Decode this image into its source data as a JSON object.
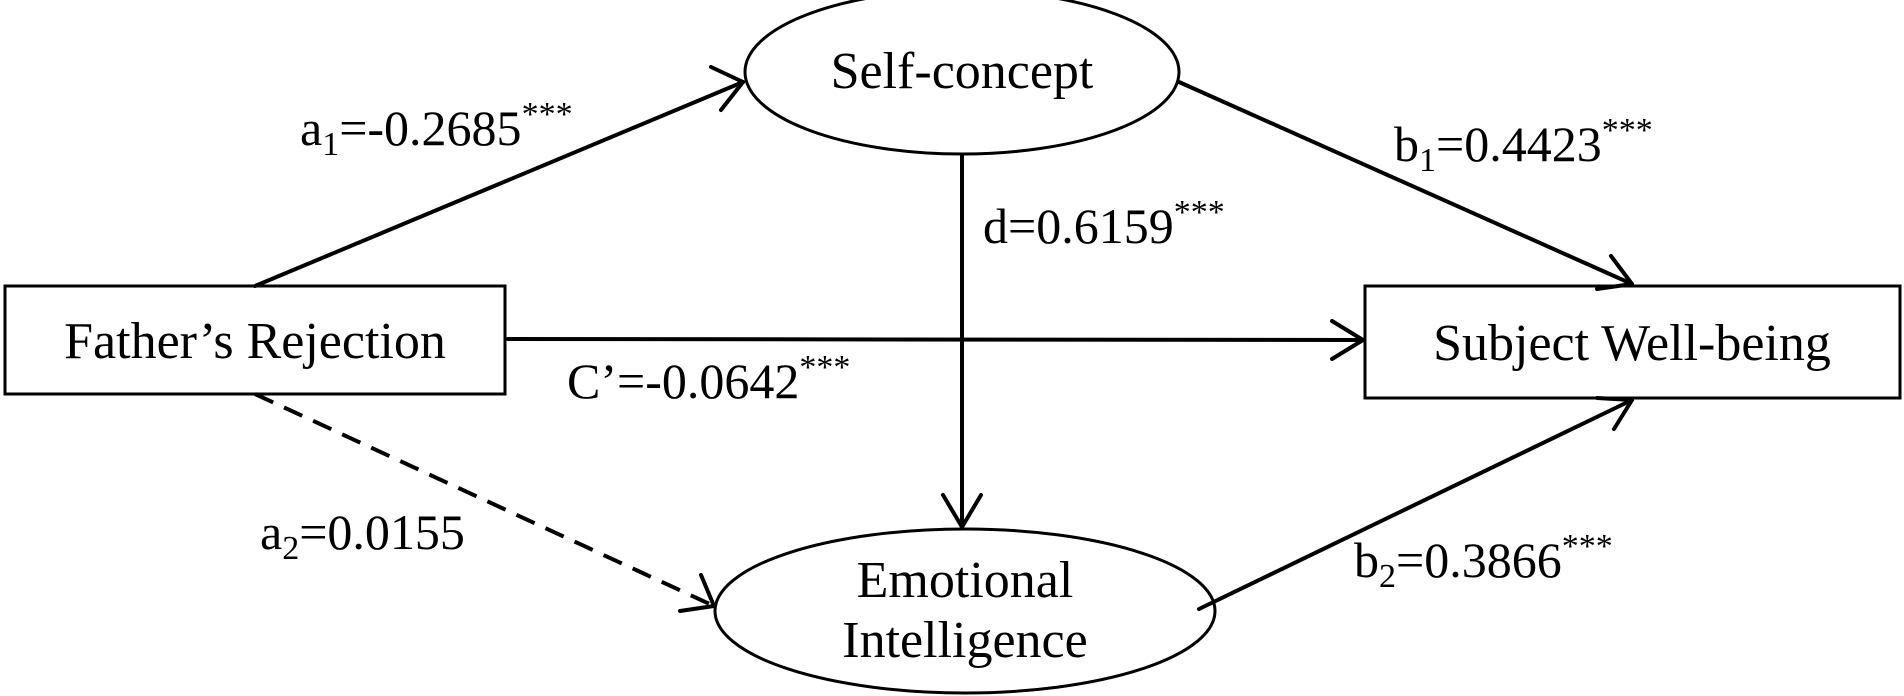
{
  "nodes": {
    "father_rejection": "Father’s Rejection",
    "self_concept": "Self-concept",
    "emotional_intelligence_line1": "Emotional",
    "emotional_intelligence_line2": "Intelligence",
    "subject_wellbeing": "Subject Well-being"
  },
  "paths": {
    "a1": {
      "letter": "a",
      "sub": "1",
      "value": "=-0.2685",
      "stars": "***"
    },
    "a2": {
      "letter": "a",
      "sub": "2",
      "value": "=0.0155",
      "stars": ""
    },
    "b1": {
      "letter": "b",
      "sub": "1",
      "value": "=0.4423",
      "stars": "***"
    },
    "b2": {
      "letter": "b",
      "sub": "2",
      "value": "=0.3866",
      "stars": "***"
    },
    "d": {
      "letter": "d",
      "value": "=0.6159",
      "stars": "***"
    },
    "c_prime": {
      "letter": "C’",
      "value": "=-0.0642",
      "stars": "***"
    }
  },
  "colors": {
    "stroke": "#000000",
    "background": "#ffffff"
  }
}
